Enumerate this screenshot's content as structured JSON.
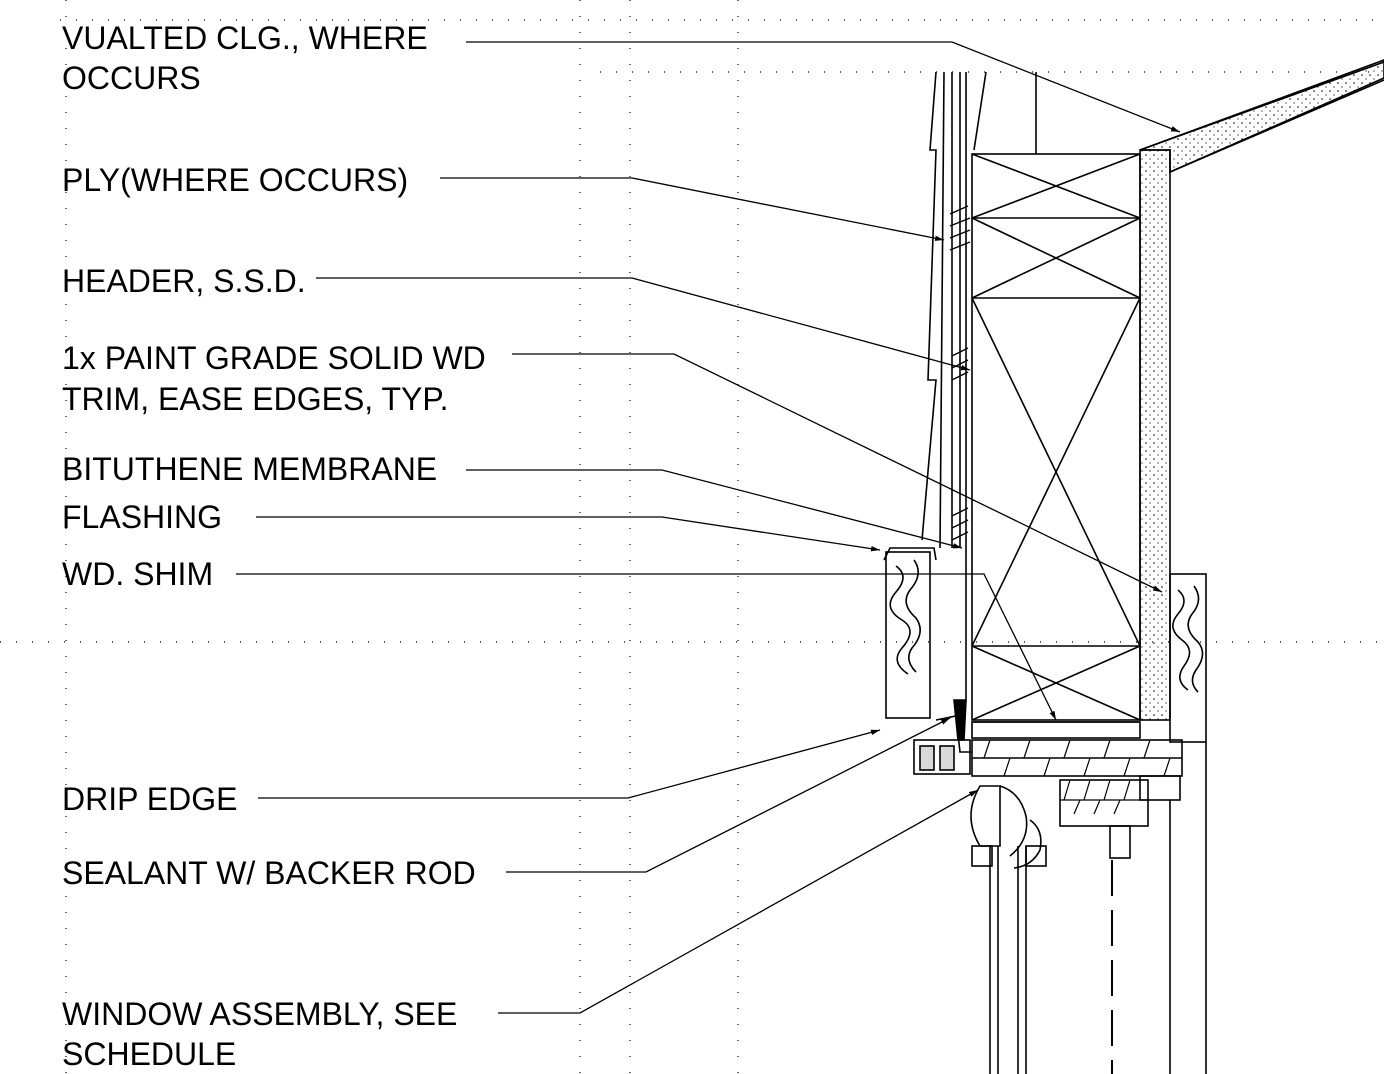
{
  "drawing": {
    "title": "",
    "colors": {
      "line": "#000000",
      "background": "#ffffff",
      "grid_dots": "#000000"
    },
    "labels": [
      {
        "id": "vaulted-clg",
        "lines": [
          "VUALTED CLG., WHERE",
          "OCCURS"
        ]
      },
      {
        "id": "ply",
        "lines": [
          "PLY(WHERE OCCURS)"
        ]
      },
      {
        "id": "header",
        "lines": [
          "HEADER, S.S.D."
        ]
      },
      {
        "id": "trim",
        "lines": [
          "1x PAINT GRADE SOLID WD",
          "TRIM, EASE EDGES, TYP."
        ]
      },
      {
        "id": "bituthene",
        "lines": [
          "BITUTHENE MEMBRANE"
        ]
      },
      {
        "id": "flashing",
        "lines": [
          "FLASHING"
        ]
      },
      {
        "id": "wd-shim",
        "lines": [
          "WD. SHIM"
        ]
      },
      {
        "id": "drip-edge",
        "lines": [
          "DRIP EDGE"
        ]
      },
      {
        "id": "sealant",
        "lines": [
          "SEALANT W/ BACKER ROD"
        ]
      },
      {
        "id": "window-assembly",
        "lines": [
          "WINDOW ASSEMBLY, SEE",
          "SCHEDULE"
        ]
      }
    ]
  }
}
